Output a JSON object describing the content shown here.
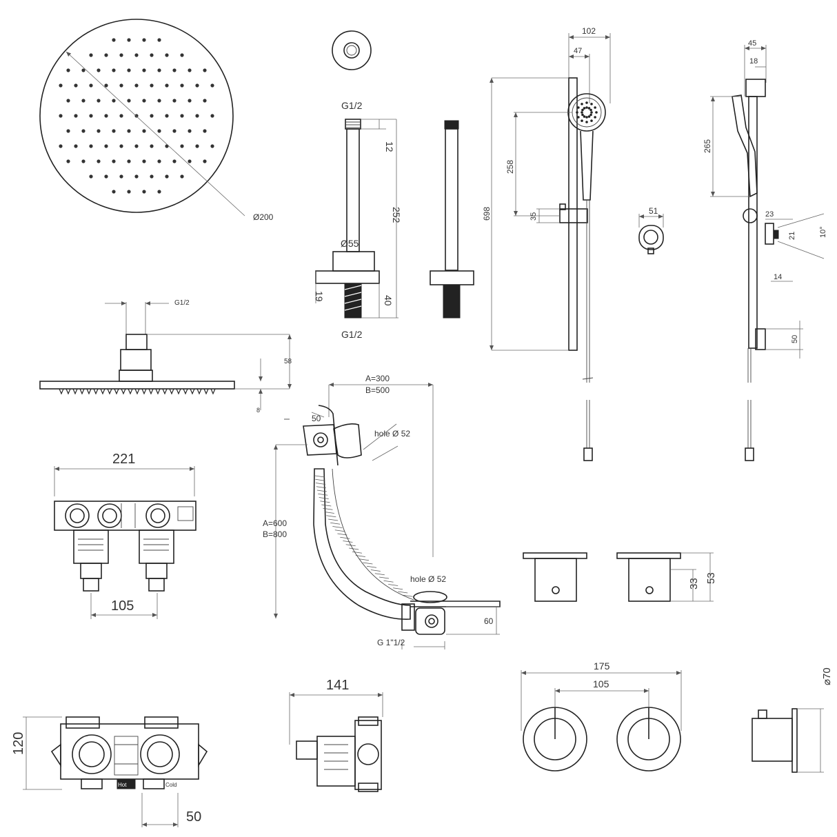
{
  "labels": {
    "head_dia": "Ø200",
    "head_thread": "G1/2",
    "head_height": "58",
    "head_thickness": "8",
    "arm_thread_top": "G1/2",
    "arm_top_thread_len": "12",
    "arm_length": "252",
    "arm_flange_dia": "Ø55",
    "arm_flange_h": "19",
    "arm_bottom_len": "40",
    "arm_thread_bottom": "G1/2",
    "rail_width_outer": "102",
    "rail_width_inner": "47",
    "rail_height": "698",
    "rail_handset": "258",
    "rail_slider": "35",
    "side_width_outer": "45",
    "side_width_inner": "18",
    "side_handset": "265",
    "side_bracket_w": "23",
    "side_bracket_h": "21",
    "side_angle": "10°",
    "side_bracket_depth": "14",
    "side_bottom": "50",
    "elbow_width": "51",
    "valve_width": "221",
    "valve_centres": "105",
    "bath_a": "A=300",
    "bath_b": "B=500",
    "bath_flange": "50",
    "bath_hole_top": "hole Ø 52",
    "bath_a2": "A=600",
    "bath_b2": "B=800",
    "bath_hole_bottom": "hole Ø 52",
    "bath_depth": "60",
    "bath_thread": "G 1\"1/2",
    "handle_h_inner": "33",
    "handle_h_outer": "53",
    "box_height": "120",
    "box_offset": "50",
    "box_depth": "141",
    "plate_width": "175",
    "plate_centres": "105",
    "plate_dia": "70",
    "box_hot": "Hot",
    "box_cold": "Cold"
  }
}
